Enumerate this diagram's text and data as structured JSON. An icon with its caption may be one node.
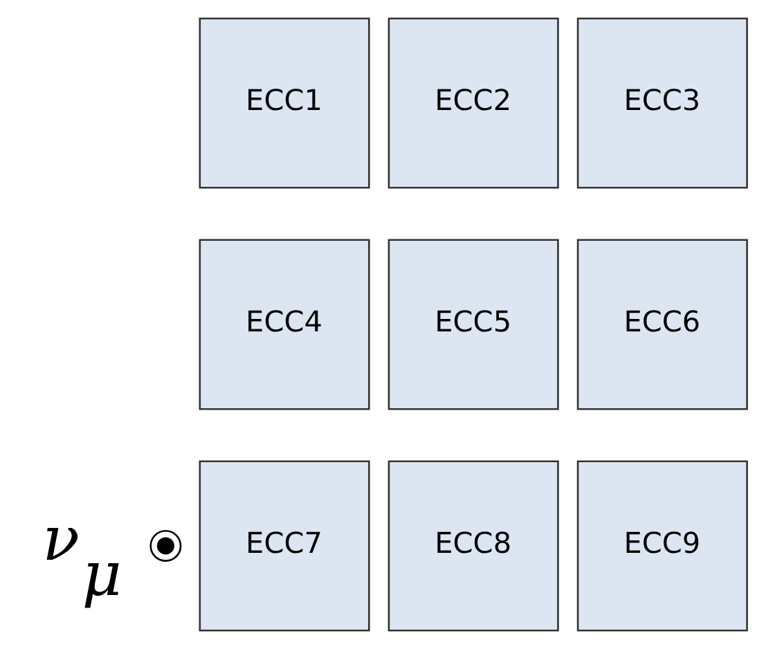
{
  "diagram": {
    "nodes": [
      {
        "text": [
          "ECC1"
        ]
      },
      {
        "text": [
          "ECC2"
        ]
      },
      {
        "text": [
          "ECC3"
        ]
      },
      {
        "text": [
          "ECC4"
        ]
      },
      {
        "text": [
          "ECC5"
        ]
      },
      {
        "text": [
          "ECC6"
        ]
      },
      {
        "text": [
          "ECC7"
        ]
      },
      {
        "text": [
          "ECC8"
        ]
      },
      {
        "text": [
          "ECC9"
        ]
      },
      {
        "text": [],
        "shape": "circle"
      }
    ],
    "edges": [],
    "labels": [
      "ν$_{μ}$"
    ]
  }
}
